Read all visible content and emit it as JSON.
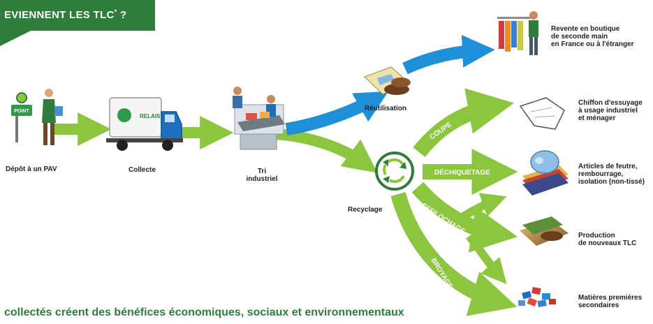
{
  "banner": {
    "title": "EVIENNENT LES TLC",
    "sup": "*",
    "suffix": " ?"
  },
  "steps": {
    "depot": "Dépôt à un PAV",
    "collecte": "Collecte",
    "tri_line1": "Tri",
    "tri_line2": "industriel",
    "reutilisation": "Réutilisation",
    "recyclage": "Recyclage"
  },
  "pav_sign": "POINT",
  "truck_logo": "RELAIS",
  "branches": {
    "coupe": "COUPE",
    "dechiquetage": "DÉCHIQUETAGE",
    "effilochage": "EFFILOCHAGE",
    "broyage": "BROYAGE"
  },
  "outcomes": {
    "revente": [
      "Revente en boutique",
      "de seconde main",
      "en France ou à l'étranger"
    ],
    "chiffon": [
      "Chiffon d'essuyage",
      "à usage industriel",
      "et ménager"
    ],
    "feutre": [
      "Articles de feutre,",
      "rembourrage,",
      "isolation (non-tissé)"
    ],
    "production": [
      "Production",
      "de nouveaux TLC"
    ],
    "matieres": [
      "Matières premières",
      "secondaires"
    ]
  },
  "bottom_text": "collectés créent des bénéfices économiques, sociaux et environnementaux",
  "colors": {
    "green": "#8cc63f",
    "dark_green": "#2f7d3a",
    "blue": "#1f8fd8"
  }
}
